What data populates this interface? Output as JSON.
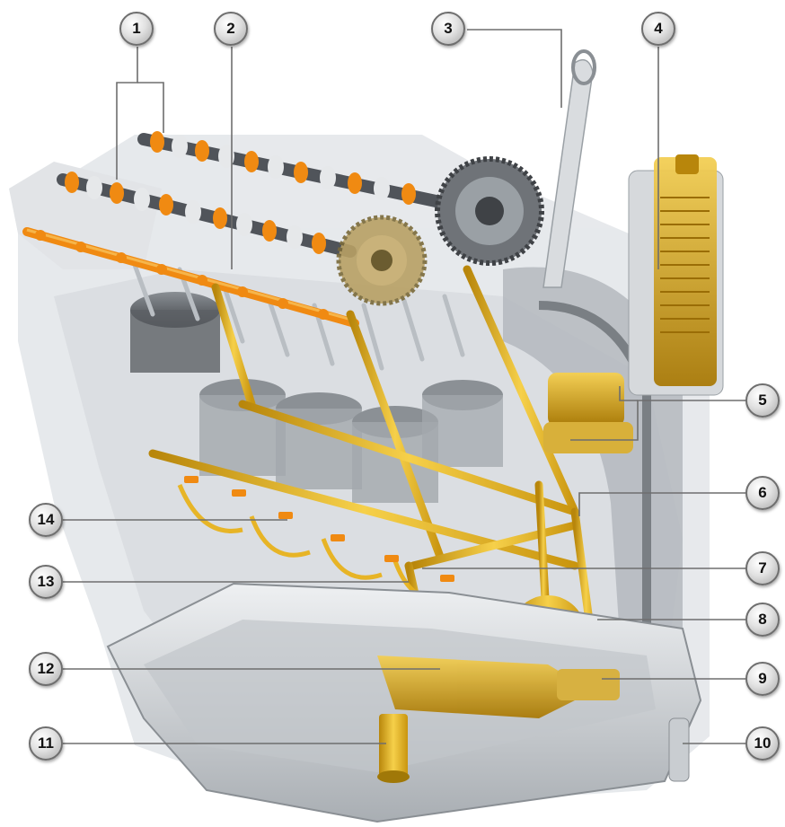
{
  "callouts": [
    {
      "id": "1",
      "label": "1"
    },
    {
      "id": "2",
      "label": "2"
    },
    {
      "id": "3",
      "label": "3"
    },
    {
      "id": "4",
      "label": "4"
    },
    {
      "id": "5",
      "label": "5"
    },
    {
      "id": "6",
      "label": "6"
    },
    {
      "id": "7",
      "label": "7"
    },
    {
      "id": "8",
      "label": "8"
    },
    {
      "id": "9",
      "label": "9"
    },
    {
      "id": "10",
      "label": "10"
    },
    {
      "id": "11",
      "label": "11"
    },
    {
      "id": "12",
      "label": "12"
    },
    {
      "id": "13",
      "label": "13"
    },
    {
      "id": "14",
      "label": "14"
    }
  ],
  "colors": {
    "oil_gallery": "#e8b21c",
    "oil_gallery_highlight": "#f6d04a",
    "cam_orange": "#f08a12",
    "engine_grey": "#c9cdd1",
    "leader_line": "#6e6e6e"
  }
}
